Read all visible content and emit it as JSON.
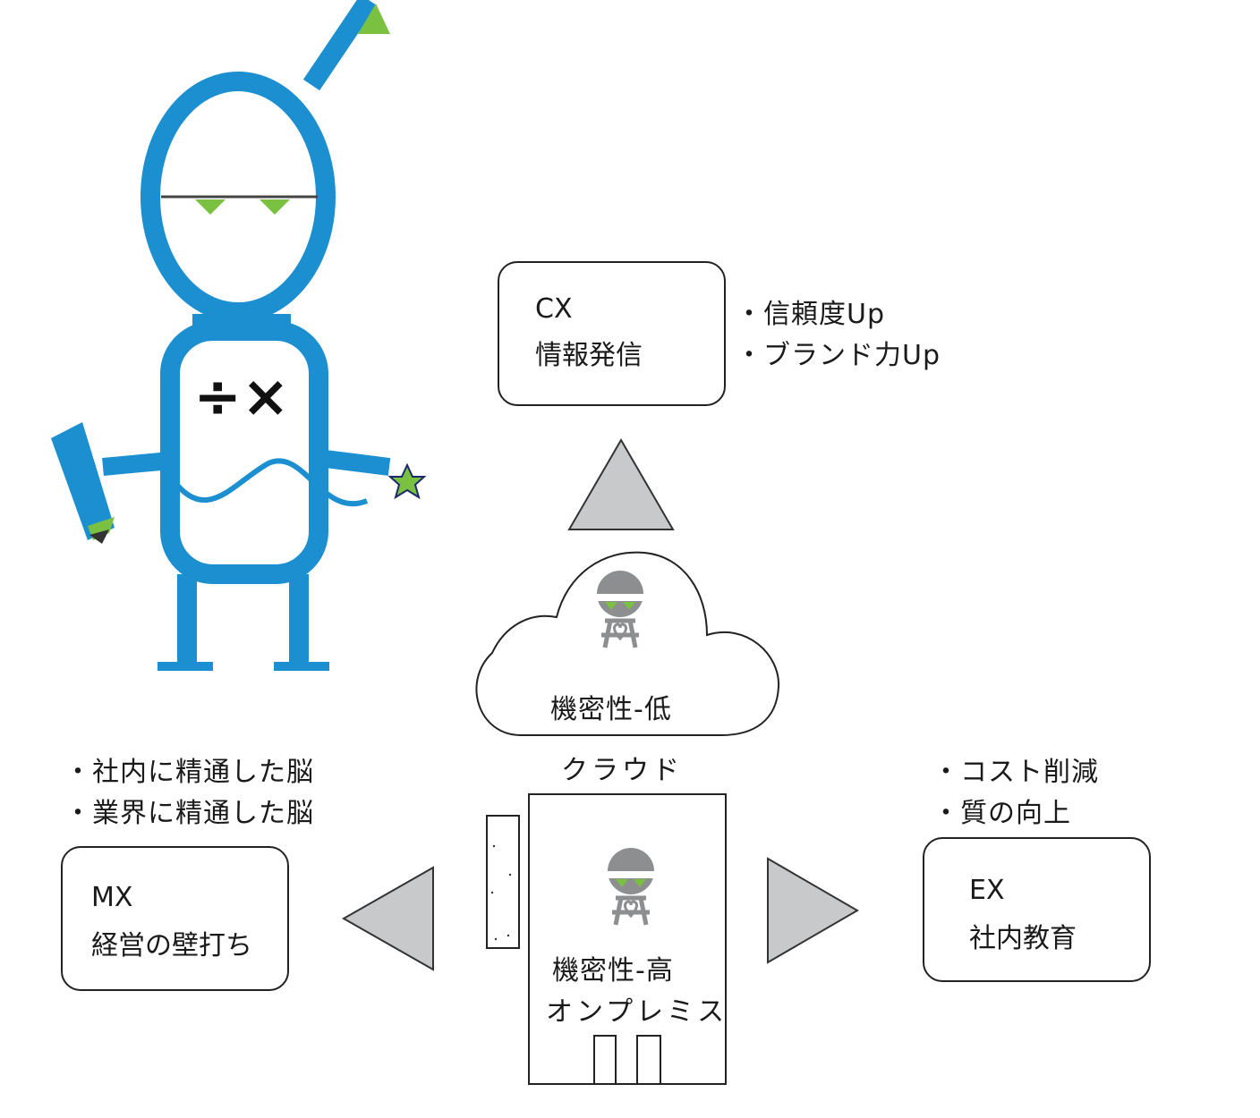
{
  "cx": {
    "title": "CX",
    "subtitle": "情報発信",
    "bullets": [
      "・信頼度Up",
      "・ブランド力Up"
    ]
  },
  "mx": {
    "title": "MX",
    "subtitle": "経営の壁打ち",
    "bullets": [
      "・社内に精通した脳",
      "・業界に精通した脳"
    ]
  },
  "ex": {
    "title": "EX",
    "subtitle": "社内教育",
    "bullets": [
      "・コスト削減",
      "・質の向上"
    ]
  },
  "cloud": {
    "confidentiality": "機密性-低",
    "label": "クラウド"
  },
  "onprem": {
    "confidentiality": "機密性-高",
    "label": "オンプレミス"
  },
  "mascot": {
    "chest_symbol": "÷×"
  },
  "colors": {
    "mascot_blue": "#1b8fd0",
    "accent_green": "#7ac142",
    "arrow_gray": "#c8c9cb"
  }
}
